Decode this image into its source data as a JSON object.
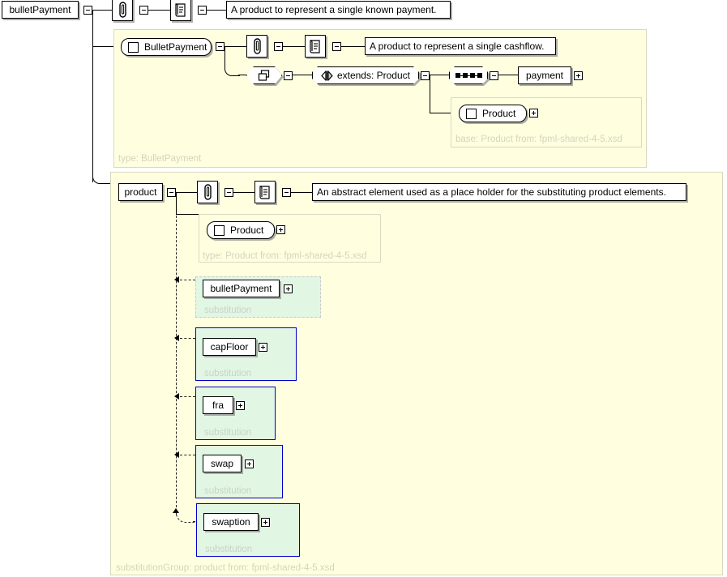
{
  "diagram": {
    "title": "bulletPayment XSD element diagram",
    "colors": {
      "panel_bg": "#ffffe0",
      "substitution_bg": "#e2f6e4",
      "substitution_border_active": "#0000cc",
      "substitution_border_inactive": "#c9c9c9",
      "ghost_text": "#d4d4bc",
      "line": "#000000"
    }
  },
  "root": {
    "name": "bulletPayment",
    "toggle": "minus",
    "annotation_icon": "annotation-icon",
    "documentation_icon": "documentation-icon",
    "documentation": "A product to represent a single known payment."
  },
  "type_panel": {
    "element": "BulletPayment",
    "element_toggle": "minus",
    "annotation_icon": "annotation-icon",
    "documentation_icon": "documentation-icon",
    "documentation": "A product to represent a single cashflow.",
    "complex_content_icon": "complex-content-icon",
    "complex_content_toggle": "minus",
    "extension": "extends: Product",
    "extension_toggle": "minus",
    "sequence_icon": "sequence-icon",
    "sequence_toggle": "minus",
    "child_element": "payment",
    "child_toggle": "plus",
    "base_element": "Product",
    "base_element_toggle": "plus",
    "base_label": "base: Product from: fpml-shared-4-5.xsd",
    "panel_label": "type: BulletPayment"
  },
  "substitution_panel": {
    "element": "product",
    "element_toggle": "minus",
    "annotation_icon": "annotation-icon",
    "documentation_icon": "documentation-icon",
    "documentation": "An abstract element used as a place holder for the substituting product elements.",
    "type_element": "Product",
    "type_element_toggle": "plus",
    "type_label": "type: Product from: fpml-shared-4-5.xsd",
    "panel_label": "substitutionGroup: product from: fpml-shared-4-5.xsd",
    "members": [
      {
        "name": "bulletPayment",
        "toggle": "plus",
        "label": "substitution",
        "highlighted": false
      },
      {
        "name": "capFloor",
        "toggle": "plus",
        "label": "substitution",
        "highlighted": true
      },
      {
        "name": "fra",
        "toggle": "plus",
        "label": "substitution",
        "highlighted": true
      },
      {
        "name": "swap",
        "toggle": "plus",
        "label": "substitution",
        "highlighted": true
      },
      {
        "name": "swaption",
        "toggle": "plus",
        "label": "substitution",
        "highlighted": true
      }
    ]
  }
}
